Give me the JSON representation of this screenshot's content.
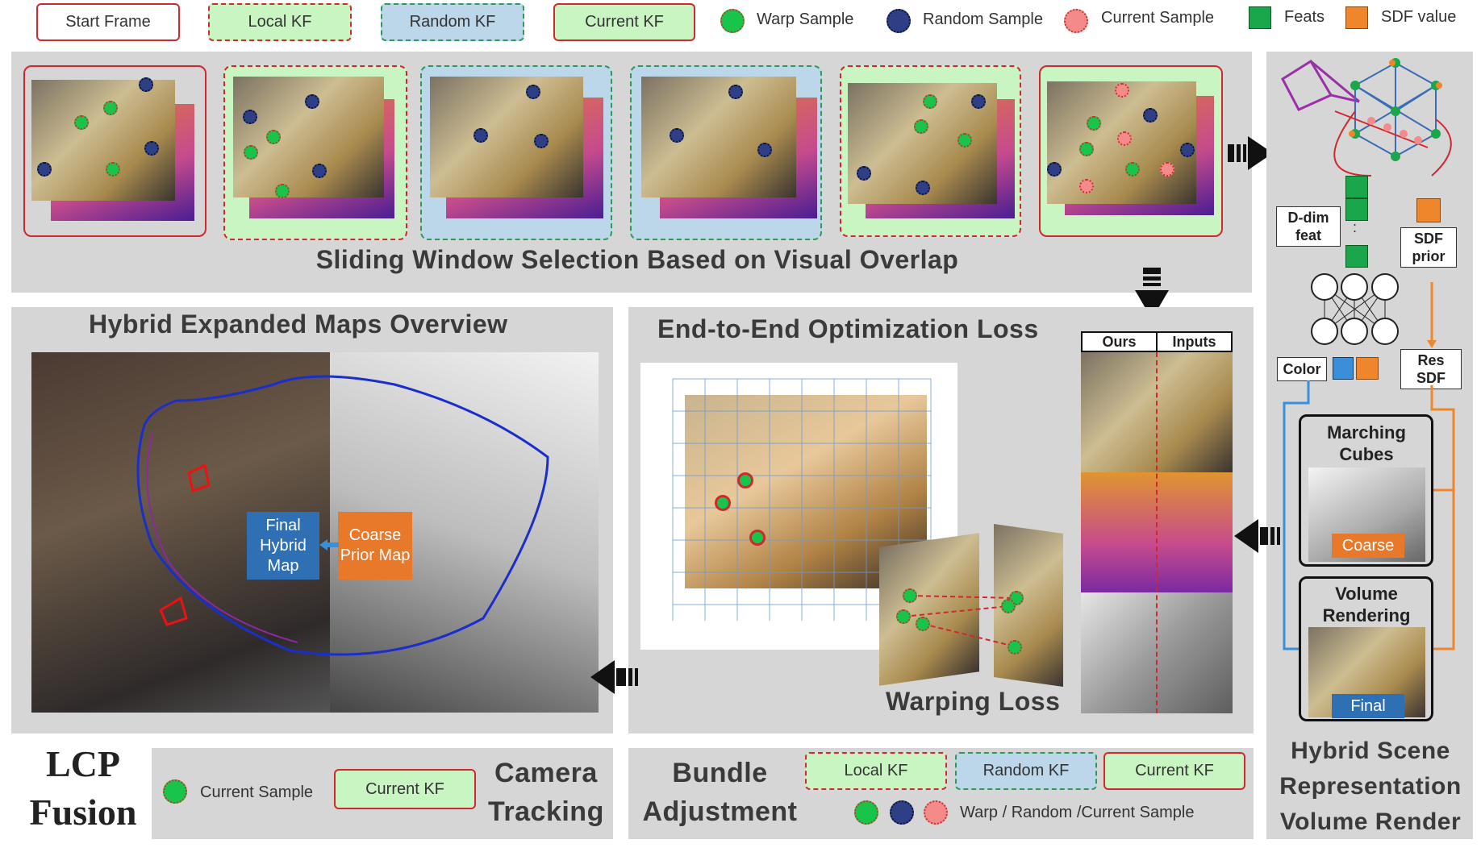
{
  "legend": {
    "start_frame": "Start Frame",
    "local_kf": "Local KF",
    "random_kf": "Random KF",
    "current_kf": "Current KF",
    "warp_sample": "Warp Sample",
    "random_sample": "Random Sample",
    "current_sample": "Current Sample",
    "feats": "Feats",
    "sdf_value": "SDF value"
  },
  "top": {
    "title": "Sliding Window Selection Based on Visual Overlap"
  },
  "hybrid": {
    "title": "Hybrid Expanded Maps Overview",
    "final_map": "Final Hybrid Map",
    "coarse_map": "Coarse Prior Map"
  },
  "e2e": {
    "title": "End-to-End Optimization Loss",
    "warping_loss": "Warping Loss",
    "ours": "Ours",
    "inputs": "Inputs"
  },
  "right": {
    "d_dim_feat": "D-dim feat",
    "dots": ":",
    "sdf_prior": "SDF prior",
    "color": "Color",
    "res_sdf": "Res SDF",
    "marching_cubes": "Marching Cubes",
    "coarse": "Coarse",
    "volume_rendering": "Volume Rendering",
    "final": "Final",
    "caption_line1": "Hybrid Scene",
    "caption_line2": "Representation",
    "caption_line3": "Volume Render"
  },
  "bottom": {
    "lcp_line1": "LCP",
    "lcp_line2": "Fusion",
    "current_sample": "Current Sample",
    "current_kf": "Current KF",
    "camera": "Camera",
    "tracking": "Tracking",
    "bundle": "Bundle",
    "adjustment": "Adjustment",
    "local_kf": "Local KF",
    "random_kf": "Random KF",
    "current_kf2": "Current KF",
    "sample_legend": "Warp / Random /Current Sample"
  },
  "colors": {
    "red_border": "#d0282f",
    "panel_gray": "#d6d6d6",
    "feat_green": "#1aa64a",
    "sdf_orange": "#f0862c",
    "map_blue": "#2f6fb3",
    "map_orange": "#e8782a"
  }
}
